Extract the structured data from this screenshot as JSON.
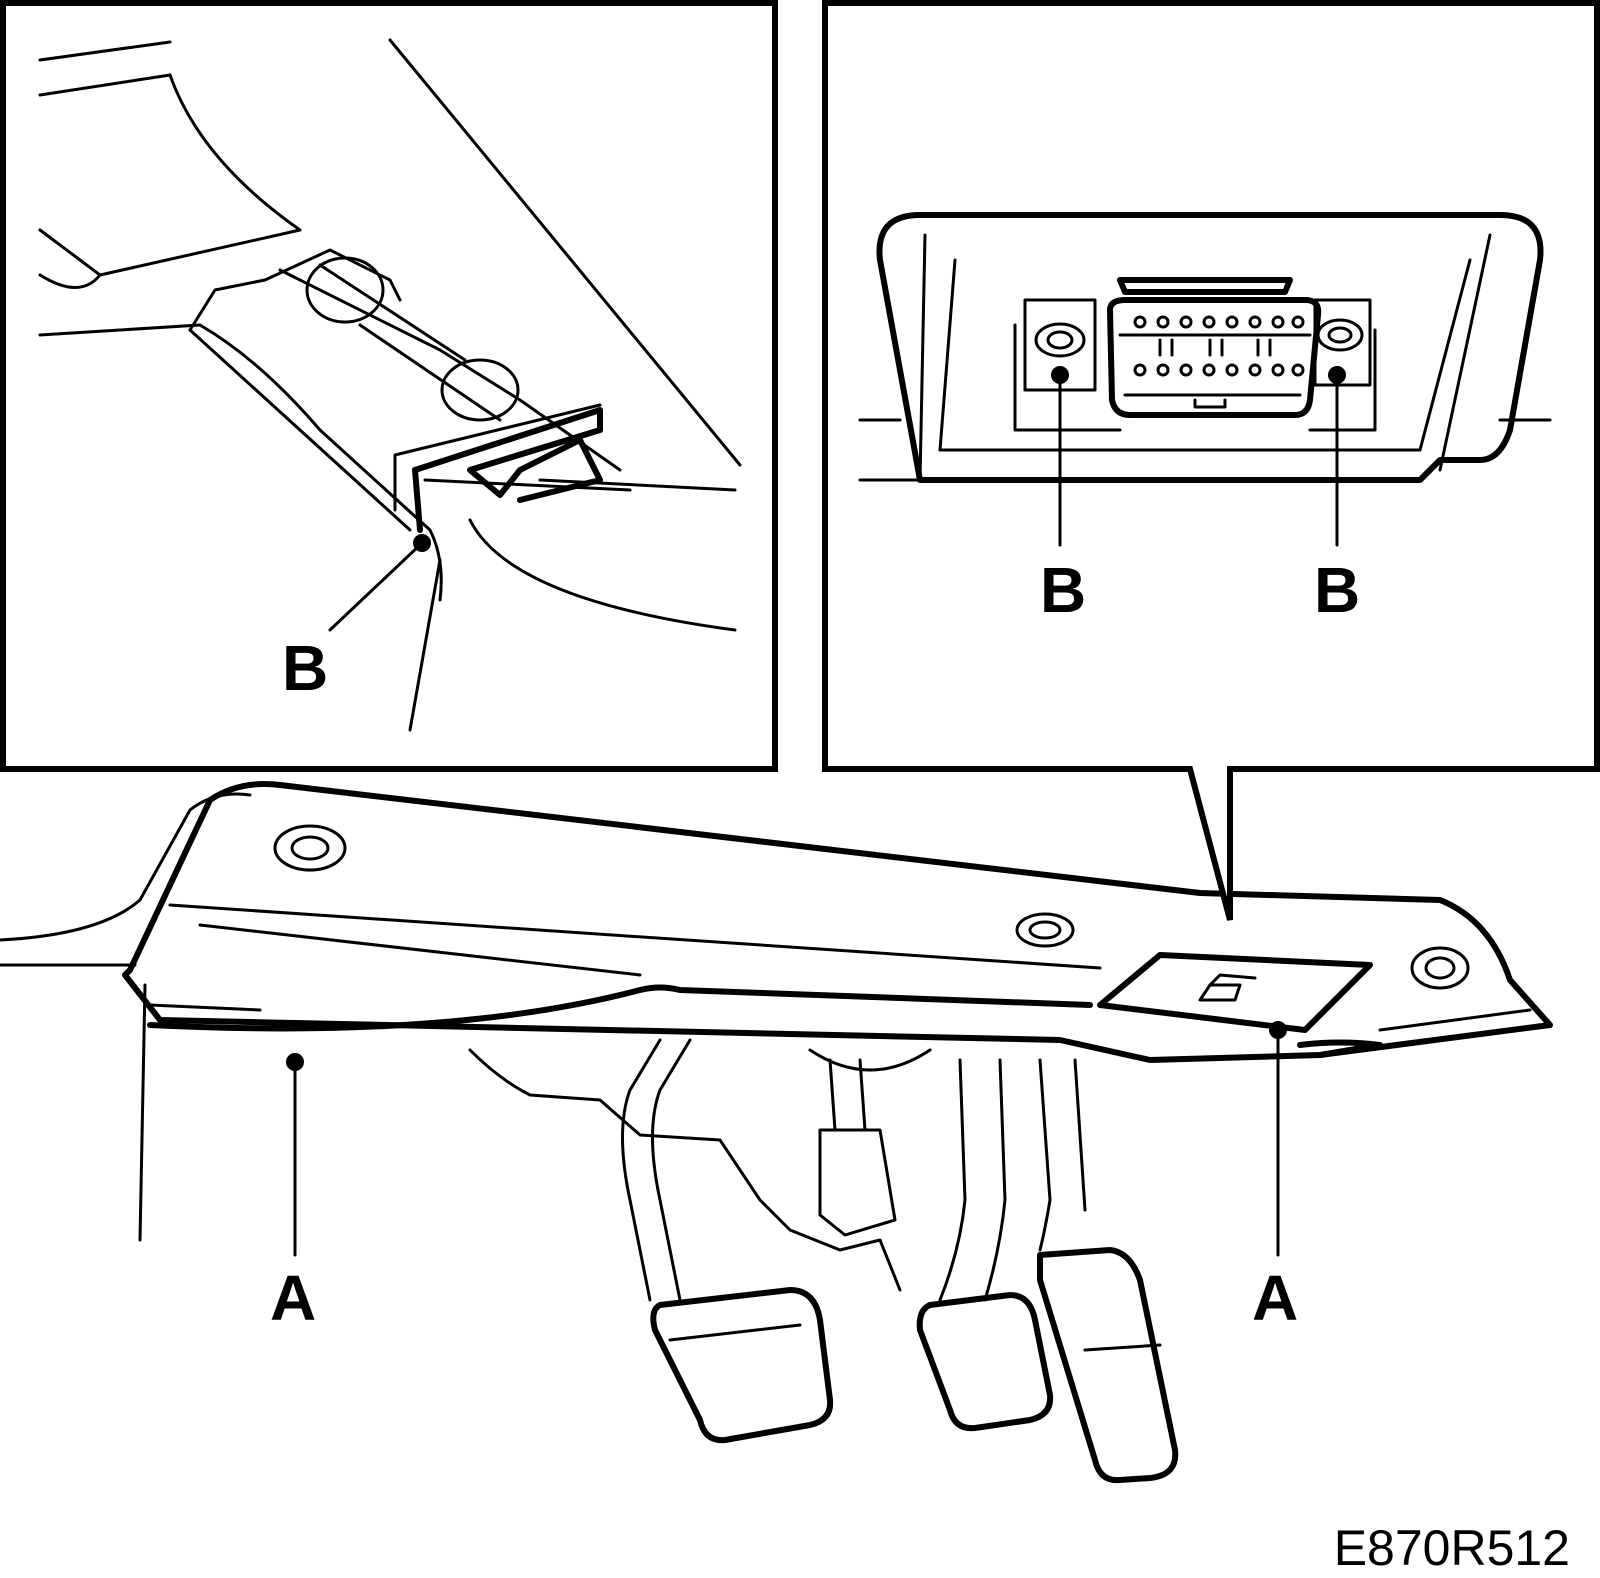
{
  "figure": {
    "reference_code": "E870R512",
    "callouts": {
      "left_panel_b": "B",
      "right_panel_b_left": "B",
      "right_panel_b_right": "B",
      "main_a_left": "A",
      "main_a_right": "A"
    },
    "panels": [
      "left-inset-clip-detail",
      "right-inset-diagnostic-connector",
      "main-dash-panel-pedals"
    ],
    "colors": {
      "ink": "#000000",
      "paper": "#ffffff"
    }
  }
}
